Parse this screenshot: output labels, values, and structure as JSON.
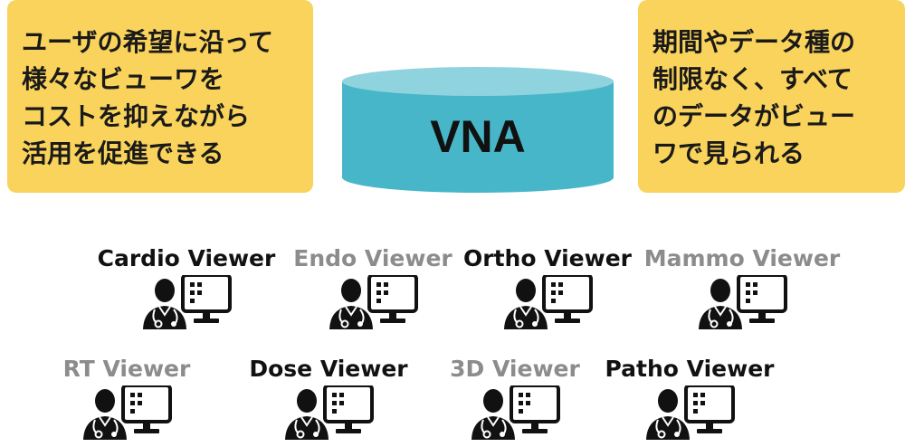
{
  "left_callout": {
    "lines": [
      "ユーザの希望に沿って",
      "様々なビューワを",
      "コストを抑えながら",
      "活用を促進できる"
    ]
  },
  "right_callout": {
    "lines": [
      "期間やデータ種の",
      "制限なく、すべて",
      "のデータがビュー",
      "ワで見られる"
    ]
  },
  "archive": {
    "label": "VNA"
  },
  "colors": {
    "callout_bg": "#f9d35b",
    "cylinder_body": "#47b6c8",
    "cylinder_top": "#8fd3df",
    "active_label": "#111111",
    "inactive_label": "#8c8c8c"
  },
  "viewers": [
    {
      "label": "Cardio Viewer",
      "active": true
    },
    {
      "label": "Endo Viewer",
      "active": false
    },
    {
      "label": "Ortho Viewer",
      "active": true
    },
    {
      "label": "Mammo Viewer",
      "active": false
    },
    {
      "label": "RT Viewer",
      "active": false
    },
    {
      "label": "Dose Viewer",
      "active": true
    },
    {
      "label": "3D Viewer",
      "active": false
    },
    {
      "label": "Patho Viewer",
      "active": true
    }
  ]
}
